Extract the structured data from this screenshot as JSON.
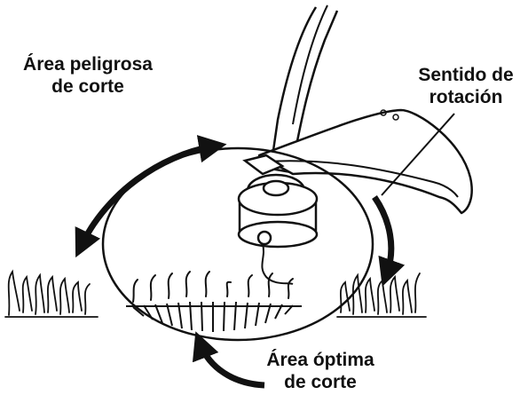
{
  "labels": {
    "danger_zone": {
      "line1": "Área peligrosa",
      "line2": "de corte"
    },
    "rotation": {
      "line1": "Sentido de",
      "line2": "rotación"
    },
    "optimal_zone": {
      "line1": "Área óptima",
      "line2": "de corte"
    }
  },
  "colors": {
    "ink": "#111111",
    "background": "#ffffff"
  },
  "icons": {
    "danger_arrow": "curved-double-arrow-icon",
    "rotation_arrow": "curved-arrow-down-icon",
    "optimal_arrow": "curved-arrow-up-icon"
  }
}
